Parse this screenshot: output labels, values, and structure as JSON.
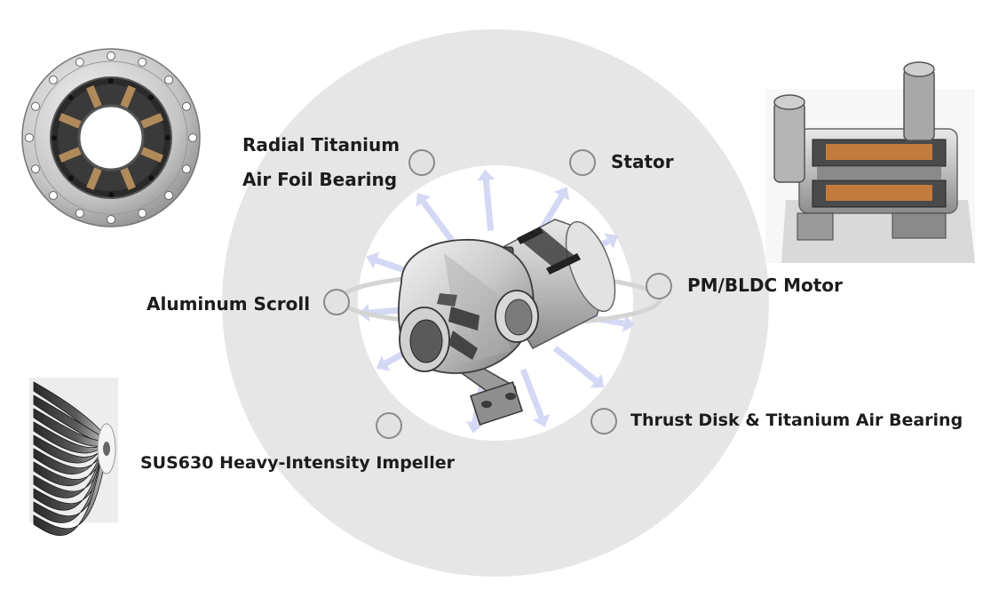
{
  "components": [
    {
      "name": "radial-bearing",
      "line1": "Radial Titanium",
      "line2": "Air Foil Bearing"
    },
    {
      "name": "stator",
      "line1": "Stator"
    },
    {
      "name": "motor",
      "line1": "PM/BLDC Motor"
    },
    {
      "name": "scroll",
      "line1": "Aluminum Scroll"
    },
    {
      "name": "thrust",
      "line1": "Thrust Disk & Titanium Air Bearing"
    },
    {
      "name": "impeller",
      "line1": "SUS630 Heavy-Intensity Impeller"
    }
  ],
  "colors": {
    "outer_ring": "#e6e6e6",
    "inner_disc": "#ffffff",
    "orbit": "#d4d4d4",
    "node_fill": "#e2e2e2",
    "node_stroke": "#8a8a8a",
    "arrow": "#d4d8f4",
    "label_text": "#1c1c1c"
  },
  "icons": [
    "bearing-flange-photo",
    "motor-cutaway-photo",
    "impeller-photo",
    "blower-assembly-render",
    "arrow-icon"
  ]
}
